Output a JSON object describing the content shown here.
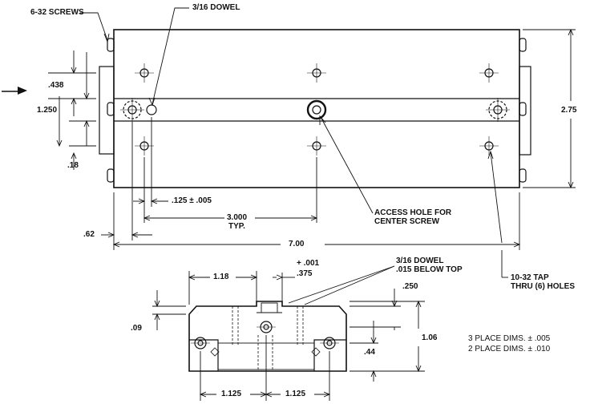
{
  "labels": {
    "screws": "6-32 SCREWS",
    "dowel_top": "3/16 DOWEL",
    "d_438": ".438",
    "d_1250": "1.250",
    "d_18": ".18",
    "d_275": "2.75",
    "d_125_pm_005": ".125 ± .005",
    "d_3000": "3.000",
    "typ": "TYP.",
    "access_hole_line1": "ACCESS HOLE FOR",
    "access_hole_line2": "CENTER SCREW",
    "d_62": ".62",
    "d_700": "7.00",
    "tap_line1": "10-32 TAP",
    "tap_line2": "THRU (6) HOLES",
    "d_118": "1.18",
    "tol_001": "+ .001",
    "d_375": ".375",
    "dowel_bottom_line1": "3/16 DOWEL",
    "dowel_bottom_line2": ".015 BELOW TOP",
    "d_250": ".250",
    "d_09": ".09",
    "d_106": "1.06",
    "d_44": ".44",
    "tol_3place": "3 PLACE DIMS. ± .005",
    "tol_2place": "2 PLACE DIMS. ± .010",
    "d_1125_left": "1.125",
    "d_1125_right": "1.125"
  }
}
